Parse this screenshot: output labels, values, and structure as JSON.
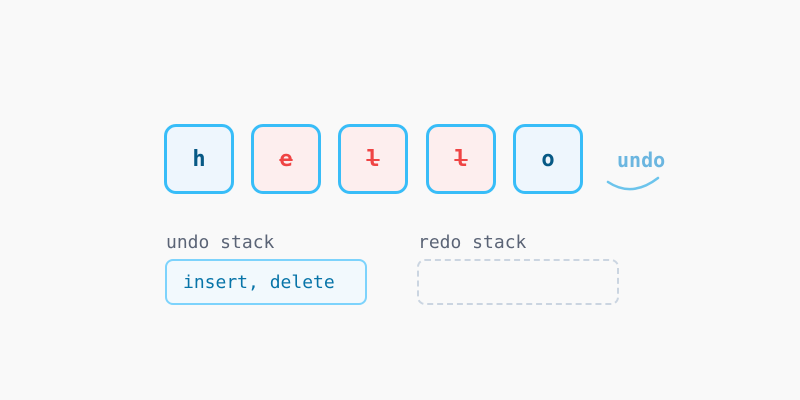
{
  "tiles": [
    {
      "char": "h",
      "state": "kept"
    },
    {
      "char": "e",
      "state": "deleted"
    },
    {
      "char": "l",
      "state": "deleted"
    },
    {
      "char": "l",
      "state": "deleted"
    },
    {
      "char": "o",
      "state": "kept"
    }
  ],
  "undo_action": {
    "label": "undo",
    "icon": "curved-arrow-icon"
  },
  "undo_stack": {
    "label": "undo stack",
    "content": "insert, delete"
  },
  "redo_stack": {
    "label": "redo stack",
    "content": ""
  },
  "colors": {
    "tile_border": "#38bdf8",
    "kept_text": "#075985",
    "deleted_text": "#ef4444",
    "kept_bg": "#eef6fd",
    "deleted_bg": "#fdeeee",
    "undo_label": "#6bb6e0"
  }
}
